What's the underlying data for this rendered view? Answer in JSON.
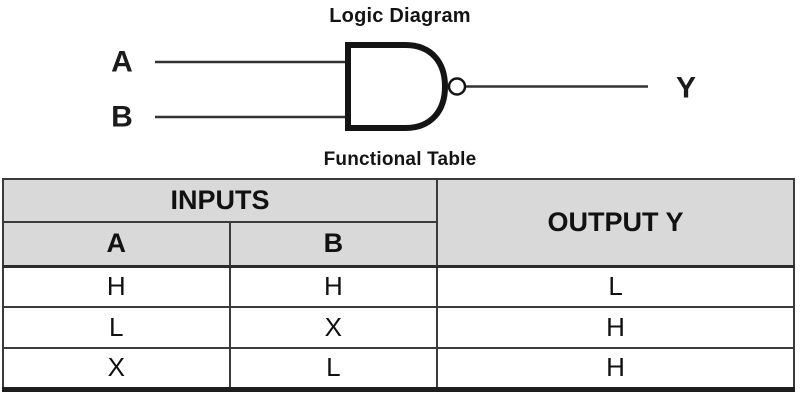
{
  "diagram": {
    "title": "Logic Diagram",
    "gate_type": "2-input NAND",
    "input_a_label": "A",
    "input_b_label": "B",
    "output_label": "Y"
  },
  "table": {
    "title": "Functional Table",
    "header": {
      "inputs": "INPUTS",
      "col_a": "A",
      "col_b": "B",
      "output": "OUTPUT Y"
    },
    "rows": [
      {
        "a": "H",
        "b": "H",
        "y": "L"
      },
      {
        "a": "L",
        "b": "X",
        "y": "H"
      },
      {
        "a": "X",
        "b": "L",
        "y": "H"
      }
    ]
  },
  "colors": {
    "header_bg": "#d9d9d9",
    "border": "#3b3b3b",
    "ink": "#141414"
  }
}
